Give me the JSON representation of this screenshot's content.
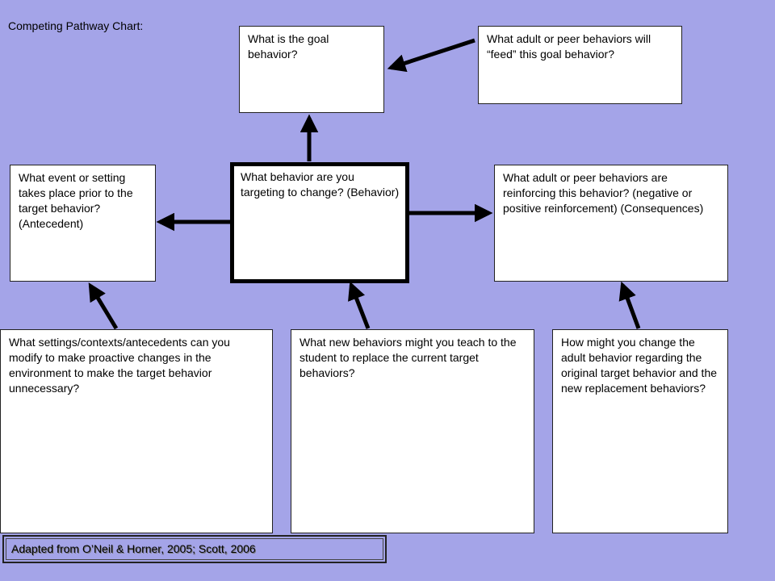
{
  "title": "Competing Pathway Chart:",
  "boxes": {
    "goal": "What is the goal behavior?",
    "feed": "What adult or peer behaviors will “feed” this goal behavior?",
    "antecedent": "What event or setting takes place prior to the target behavior? (Antecedent)",
    "behavior": "What behavior are you targeting to change? (Behavior)",
    "consequences": "What adult or peer behaviors are reinforcing this behavior? (negative or positive reinforcement) (Consequences)",
    "modify": "What settings/contexts/antecedents can you modify to make proactive changes in the environment to make the target behavior unnecessary?",
    "teach": "What new behaviors might you teach to the student to replace the current target behaviors?",
    "change_adult": "How might you change the adult behavior regarding the original target behavior and the new replacement behaviors?"
  },
  "footer": "Adapted from O’Neil & Horner, 2005; Scott, 2006"
}
